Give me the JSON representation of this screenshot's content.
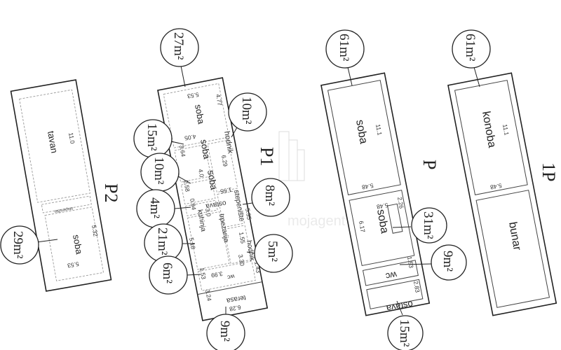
{
  "floors": {
    "p2": {
      "title": "P2",
      "rooms": {
        "tavan": "tavan",
        "tavan_dim": "11.0",
        "stairs": "stepenište",
        "soba": "soba",
        "soba_dim1": "5.32",
        "soba_dim2": "5.53"
      },
      "areas": {
        "soba": "29m²"
      }
    },
    "p1": {
      "title": "P1",
      "rooms": {
        "soba1": "soba",
        "soba1_dim1": "5.53",
        "soba1_dim2": "4.77",
        "soba2": "soba",
        "soba2_dim1": "4.05",
        "soba2_dim2": "3.64",
        "hodnik1": "hodnik",
        "hodnik1_dim1": "6.29",
        "hodnik1_dim2": "1.55",
        "soba3": "soba",
        "soba3_dim1": "4.0",
        "soba3_dim2": "2.58",
        "ostava": "ostava",
        "ostava_dim": "0.94",
        "stairs": "stepenište",
        "stairs_dim": "5.35",
        "kuhinja": "kuhinja",
        "kuhinja_dim": "3.0",
        "trpezarija": "trpezarija",
        "trpezarija_dim": "5.18",
        "hodnik2": "hodnik",
        "hodnik2_dim1": "1.55",
        "hodnik2_dim2": "3.30",
        "hodnik2_dim3": "1.43",
        "wc": "wc",
        "wc_dim1": "3.99",
        "wc_dim2": "1.53",
        "terasa": "terasa",
        "terasa_dim1": "3.24",
        "terasa_dim2": "6.28"
      },
      "areas": {
        "soba1": "27m²",
        "hodnik1": "10m²",
        "soba2": "15m²",
        "soba3": "10m²",
        "ostava": "4m²",
        "kuhinja": "21m²",
        "wc": "6m²",
        "terasa": "9m²",
        "stairs": "8m²",
        "hodnik2": "5m²"
      }
    },
    "p": {
      "title": "P",
      "rooms": {
        "soba1": "soba",
        "soba1_dim1": "11.1",
        "soba1_dim2": "5.48",
        "soba2": "soba",
        "soba2_dim1": "5.48",
        "soba2_dim2": "6.17",
        "soba2_dim3": "2.26",
        "wc": "wc",
        "wc_dim": "1.53",
        "ostava": "ostava",
        "ostava_dim": "2.83"
      },
      "areas": {
        "soba1": "61m²",
        "soba2": "31m²",
        "wc": "9m²",
        "ostava": "15m²"
      }
    },
    "p1b": {
      "title": "1P",
      "rooms": {
        "konoba": "konoba",
        "konoba_dim1": "11.1",
        "konoba_dim2": "5.48",
        "bunar": "bunar"
      },
      "areas": {
        "konoba": "61m²"
      }
    }
  },
  "watermark": "mojagent"
}
